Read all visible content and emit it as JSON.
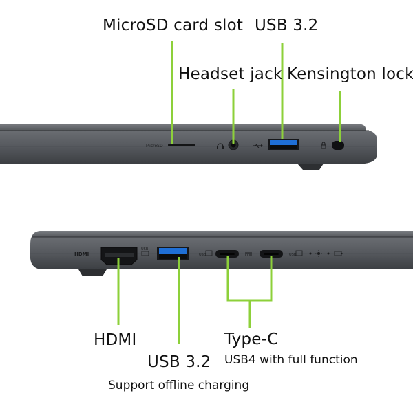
{
  "colors": {
    "callout_line": "#8dd03a",
    "chassis": "#4f5257",
    "usb_blue": "#1f6fd6"
  },
  "top_view": {
    "labels": {
      "microsd": "MicroSD card slot",
      "usb": "USB 3.2",
      "headset": "Headset jack",
      "kensington": "Kensington lock"
    },
    "port_icons": {
      "microsd_icon_text": "MicroSD",
      "headset": "headset-icon",
      "usb": "usb-icon",
      "lock": "lock-icon"
    }
  },
  "bottom_view": {
    "labels": {
      "hdmi": "HDMI",
      "usb": "USB 3.2",
      "usb_note": "Support offline charging",
      "typec": "Type-C",
      "typec_note": "USB4 with full function"
    },
    "port_icons": {
      "hdmi_text": "HDMI",
      "usb_a_text": "USB",
      "usb_c1_text": "USB",
      "usb_c2_text": "USB"
    }
  }
}
